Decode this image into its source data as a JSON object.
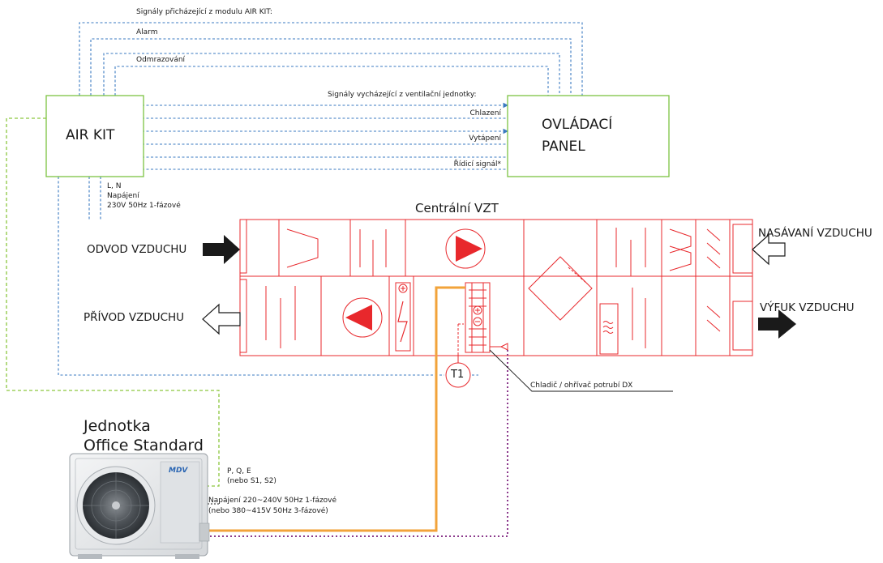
{
  "signals": {
    "incoming_heading": "Signály přicházející z modulu AIR KIT:",
    "alarm": "Alarm",
    "defrost": "Odmrazování",
    "outgoing_heading": "Signály vycházející z ventilační jednotky:",
    "cooling": "Chlazení",
    "heating": "Vytápení",
    "control": "Řídicí signál*"
  },
  "airkit": {
    "label": "AIR KIT",
    "power_terminals": "L, N",
    "power_label": "Napájení",
    "power_spec": "230V 50Hz 1-fázové"
  },
  "panel": {
    "line1": "OVLÁDACÍ",
    "line2": "PANEL"
  },
  "ahu": {
    "title": "Centrální VZT",
    "exhaust_left": "ODVOD VZDUCHU",
    "supply_left": "PŘÍVOD VZDUCHU",
    "intake_right": "NASÁVANÍ VZDUCHU",
    "exhaust_right": "VÝFUK VZDUCHU",
    "sensor": "T1",
    "coil_note": "Chladič / ohřívač potrubí DX"
  },
  "outdoor": {
    "name_line1": "Jednotka",
    "name_line2": "Office Standard",
    "comm_terminals": "P, Q, E",
    "comm_alt": "(nebo S1, S2)",
    "power_1ph": "Napájení 220~240V 50Hz 1-fázové",
    "power_3ph": "(nebo 380~415V 50Hz 3-fázové)",
    "brand": "MDV"
  },
  "colors": {
    "ahu_red": "#e8282c",
    "signal_blue": "#3a79c1",
    "comm_green": "#8cc63f",
    "refrigerant_orange": "#f2a33a",
    "drain_purple": "#8c3a8c",
    "box_green": "#7cc242"
  }
}
